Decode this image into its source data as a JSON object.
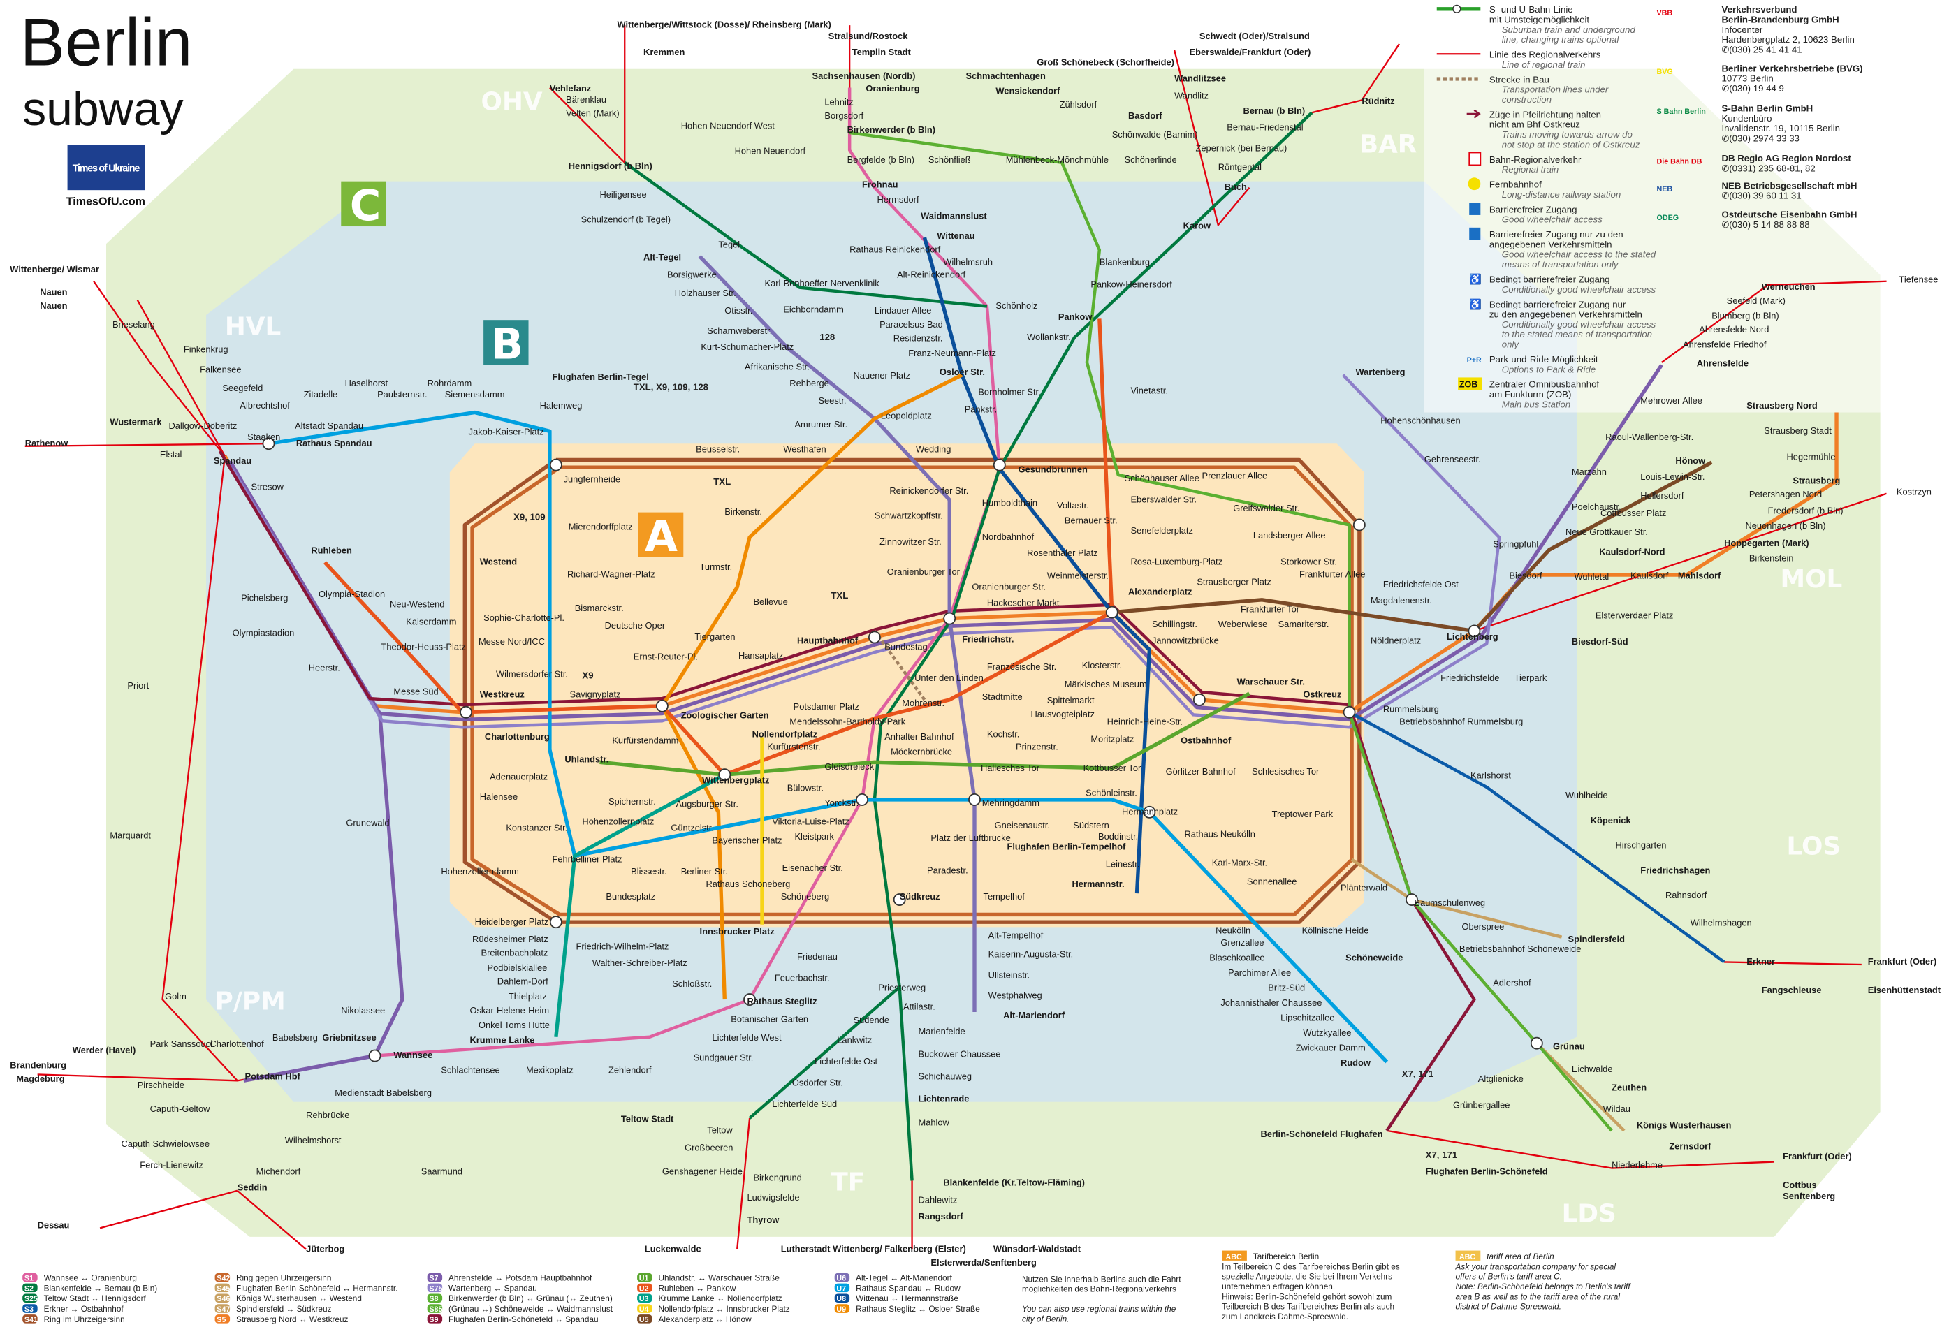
{
  "title": {
    "line1": "Berlin",
    "line2": "subway",
    "logo_text": "Times of Ukraine",
    "site": "TimesOfU.com"
  },
  "zones": {
    "a": "A",
    "b": "B",
    "c": "C"
  },
  "areas": [
    "OHV",
    "BAR",
    "HVL",
    "MOL",
    "LOS",
    "LDS",
    "TF",
    "P/PM"
  ],
  "bus_labels": [
    "TXL, X9, 109, 128",
    "X9, 109",
    "X9",
    "TXL",
    "TXL",
    "128",
    "X7, 171",
    "X7, 171"
  ],
  "stations": [
    "Sachsenhausen (Nordb)",
    "Oranienburg",
    "Lehnitz",
    "Borgsdorf",
    "Birkenwerder (b Bln)",
    "Hohen Neuendorf",
    "Bergfelde (b Bln)",
    "Schönfließ",
    "Mühlenbeck-Mönchmühle",
    "Frohnau",
    "Hermsdorf",
    "Waidmannslust",
    "Wittenau",
    "Wilhelmsruh",
    "Rathaus Reinickendorf",
    "Alt-Reinickendorf",
    "Karl-Bonhoeffer-Nervenklinik",
    "Alt-Tegel",
    "Tegel",
    "Borsigwerke",
    "Holzhauser Str.",
    "Otisstr.",
    "Scharnweberstr.",
    "Kurt-Schumacher-Platz",
    "Afrikanische Str.",
    "Eichborndamm",
    "Lindauer Allee",
    "Paracelsus-Bad",
    "Residenzstr.",
    "Franz-Neumann-Platz",
    "Osloer Str.",
    "Nauener Platz",
    "Rehberge",
    "Seestr.",
    "Leopoldplatz",
    "Amrumer Str.",
    "Westhafen",
    "Beusselstr.",
    "Wedding",
    "Schönholz",
    "Wollankstr.",
    "Bornholmer Str.",
    "Pankstr.",
    "Gesundbrunnen",
    "Pankow",
    "Pankow-Heinersdorf",
    "Blankenburg",
    "Vinetastr.",
    "Schönhauser Allee",
    "Prenzlauer Allee",
    "Greifswalder Str.",
    "Landsberger Allee",
    "Storkower Str.",
    "Frankfurter Allee",
    "Eberswalder Str.",
    "Senefelderplatz",
    "Rosa-Luxemburg-Platz",
    "Alexanderplatz",
    "Schillingstr.",
    "Jannowitzbrücke",
    "Strausberger Platz",
    "Weberwiese",
    "Frankfurter Tor",
    "Samariterstr.",
    "Warschauer Str.",
    "Ostkreuz",
    "Ostbahnhof",
    "Humboldthain",
    "Voltastr.",
    "Bernauer Str.",
    "Nordbahnhof",
    "Rosenthaler Platz",
    "Oranienburger Str.",
    "Weinmeisterstr.",
    "Hackescher Markt",
    "Reinickendorfer Str.",
    "Schwartzkopffstr.",
    "Zinnowitzer Str.",
    "Oranienburger Tor",
    "Friedrichstr.",
    "Französische Str.",
    "Unter den Linden",
    "Stadtmitte",
    "Hausvogteiplatz",
    "Spittelmarkt",
    "Märkisches Museum",
    "Klosterstr.",
    "Heinrich-Heine-Str.",
    "Kochstr.",
    "Moritzplatz",
    "Prinzenstr.",
    "Mohrenstr.",
    "Hauptbahnhof",
    "Bellevue",
    "Hansaplatz",
    "Tiergarten",
    "Turmstr.",
    "Birkenstr.",
    "Bundestag",
    "Potsdamer Platz",
    "Mendelssohn-Bartholdy-Park",
    "Anhalter Bahnhof",
    "Möckernbrücke",
    "Gleisdreieck",
    "Kurfürstenstr.",
    "Zoologischer Garten",
    "Nollendorfplatz",
    "Wittenbergplatz",
    "Bülowstr.",
    "Kurfürstendamm",
    "Uhlandstr.",
    "Savignyplatz",
    "Ernst-Reuter-Pl.",
    "Deutsche Oper",
    "Bismarckstr.",
    "Richard-Wagner-Platz",
    "Mierendorffplatz",
    "Jungfernheide",
    "Wilmersdorfer Str.",
    "Charlottenburg",
    "Westkreuz",
    "Messe Nord/ICC",
    "Sophie-Charlotte-Pl.",
    "Westend",
    "Theodor-Heuss-Platz",
    "Kaiserdamm",
    "Neu-Westend",
    "Messe Süd",
    "Heerstr.",
    "Olympia-Stadion",
    "Ruhleben",
    "Pichelsberg",
    "Olympiastadion",
    "Spandau",
    "Stresow",
    "Rathaus Spandau",
    "Altstadt Spandau",
    "Zitadelle",
    "Haselhorst",
    "Paulsternstr.",
    "Rohrdamm",
    "Siemensdamm",
    "Halemweg",
    "Jakob-Kaiser-Platz",
    "Albrechtshof",
    "Seegefeld",
    "Falkensee",
    "Finkenkrug",
    "Dallgow-Döberitz",
    "Staaken",
    "Elstal",
    "Wustermark",
    "Rathenow",
    "Brieselang",
    "Adenauerplatz",
    "Halensee",
    "Konstanzer Str.",
    "Hohenzollerndamm",
    "Fehrbelliner Platz",
    "Blissestr.",
    "Berliner Str.",
    "Bundesplatz",
    "Heidelberger Platz",
    "Spichernstr.",
    "Hohenzollernplatz",
    "Augsburger Str.",
    "Güntzelstr.",
    "Bayerischer Platz",
    "Viktoria-Luise-Platz",
    "Kleistpark",
    "Yorckstr.",
    "Eisenacher Str.",
    "Rathaus Schöneberg",
    "Schöneberg",
    "Innsbrucker Platz",
    "Friedenau",
    "Feuerbachstr.",
    "Schloßstr.",
    "Rathaus Steglitz",
    "Botanischer Garten",
    "Lichterfelde West",
    "Sundgauer Str.",
    "Zehlendorf",
    "Mexikoplatz",
    "Schlachtensee",
    "Nikolassee",
    "Wannsee",
    "Krumme Lanke",
    "Onkel Toms Hütte",
    "Oskar-Helene-Heim",
    "Thielplatz",
    "Dahlem-Dorf",
    "Podbielskiallee",
    "Breitenbachplatz",
    "Rüdesheimer Platz",
    "Friedrich-Wilhelm-Platz",
    "Walther-Schreiber-Platz",
    "Grunewald",
    "Südkreuz",
    "Tempelhof",
    "Alt-Tempelhof",
    "Kaiserin-Augusta-Str.",
    "Ullsteinstr.",
    "Westphalweg",
    "Alt-Mariendorf",
    "Priesterweg",
    "Attilastr.",
    "Südende",
    "Lankwitz",
    "Lichterfelde Ost",
    "Osdorfer Str.",
    "Lichterfelde Süd",
    "Teltow Stadt",
    "Marienfelde",
    "Buckower Chaussee",
    "Schichauweg",
    "Lichtenrade",
    "Mahlow",
    "Blankenfelde (Kr.Teltow-Fläming)",
    "Dahlewitz",
    "Rangsdorf",
    "Mehringdamm",
    "Platz der Luftbrücke",
    "Paradestr.",
    "Hallesches Tor",
    "Gneisenaustr.",
    "Südstern",
    "Kottbusser Tor",
    "Schönleinstr.",
    "Hermannplatz",
    "Boddinstr.",
    "Leinestr.",
    "Hermannstr.",
    "Rathaus Neukölln",
    "Karl-Marx-Str.",
    "Neukölln",
    "Görlitzer Bahnhof",
    "Schlesisches Tor",
    "Treptower Park",
    "Sonnenallee",
    "Grenzallee",
    "Blaschkoallee",
    "Parchimer Allee",
    "Britz-Süd",
    "Johannisthaler Chaussee",
    "Lipschitzallee",
    "Wutzkyallee",
    "Zwickauer Damm",
    "Rudow",
    "Köllnische Heide",
    "Plänterwald",
    "Baumschulenweg",
    "Schöneweide",
    "Betriebsbahnhof Schöneweide",
    "Oberspree",
    "Spindlersfeld",
    "Adlershof",
    "Altglienicke",
    "Grünbergallee",
    "Berlin-Schönefeld Flughafen",
    "Flughafen Berlin-Schönefeld",
    "Grünau",
    "Eichwalde",
    "Zeuthen",
    "Wildau",
    "Königs Wusterhausen",
    "Köpenick",
    "Wuhlheide",
    "Hirschgarten",
    "Friedrichshagen",
    "Rahnsdorf",
    "Wilhelmshagen",
    "Erkner",
    "Karlshorst",
    "Rummelsburg",
    "Betriebsbahnhof Rummelsburg",
    "Nöldnerplatz",
    "Friedrichsfelde Ost",
    "Magdalenenstr.",
    "Lichtenberg",
    "Friedrichsfelde",
    "Tierpark",
    "Biesdorf-Süd",
    "Elsterwerdaer Platz",
    "Biesdorf",
    "Wuhletal",
    "Kaulsdorf",
    "Mahlsdorf",
    "Kaulsdorf-Nord",
    "Neue Grottkauer Str.",
    "Cottbusser Platz",
    "Hellersdorf",
    "Louis-Lewin-Str.",
    "Hönow",
    "Springpfuhl",
    "Poelchaustr.",
    "Marzahn",
    "Raoul-Wallenberg-Str.",
    "Mehrower Allee",
    "Ahrensfelde",
    "Ahrensfelde Friedhof",
    "Ahrensfelde Nord",
    "Blumberg (b Bln)",
    "Seefeld (Mark)",
    "Werneuchen",
    "Tiefensee",
    "Strausberg Nord",
    "Strausberg Stadt",
    "Hegermühle",
    "Strausberg",
    "Petershagen Nord",
    "Fredersdorf (b Bln)",
    "Neuenhagen (b Bln)",
    "Hoppegarten (Mark)",
    "Birkenstein",
    "Gehrenseestr.",
    "Hohenschönhausen",
    "Wartenberg",
    "Kostrzyn",
    "Wandlitzsee",
    "Wandlitz",
    "Basdorf",
    "Schönwalde (Barnim)",
    "Schönerlinde",
    "Karow",
    "Buch",
    "Röntgental",
    "Zepernick (bei Bernau)",
    "Bernau-Friedenstal",
    "Bernau (b Bln)",
    "Rüdnitz",
    "Schmachtenhagen",
    "Wensickendorf",
    "Zühlsdorf",
    "Groß Schönebeck (Schorfheide)",
    "Schwedt (Oder)/Stralsund",
    "Eberswalde/Frankfurt (Oder)",
    "Stralsund/Rostock",
    "Templin Stadt",
    "Wittenberge/Wittstock (Dosse)/ Rheinsberg (Mark)",
    "Kremmen",
    "Velten (Mark)",
    "Bärenklau",
    "Vehlefanz",
    "Hennigsdorf (b Bln)",
    "Heiligensee",
    "Schulzendorf (b Tegel)",
    "Hohen Neuendorf West",
    "Wittenberge/ Wismar",
    "Nauen",
    "Nauen",
    "Priort",
    "Marquardt",
    "Golm",
    "Werder (Havel)",
    "Park Sanssouci",
    "Charlottenhof",
    "Babelsberg",
    "Griebnitzsee",
    "Potsdam Hbf",
    "Medienstadt Babelsberg",
    "Rehbrücke",
    "Wilhelmshorst",
    "Michendorf",
    "Seddin",
    "Pirschheide",
    "Caputh-Geltow",
    "Caputh Schwielowsee",
    "Ferch-Lienewitz",
    "Brandenburg",
    "Magdeburg",
    "Dessau",
    "Jüterbog",
    "Saarmund",
    "Genshagener Heide",
    "Birkengrund",
    "Ludwigsfelde",
    "Thyrow",
    "Luckenwalde",
    "Lutherstadt Wittenberg/ Falkenberg (Elster)",
    "Wünsdorf-Waldstadt",
    "Elsterwerda/Senftenberg",
    "Großbeeren",
    "Teltow",
    "Zernsdorf",
    "Niederlehme",
    "Frankfurt (Oder)",
    "Cottbus",
    "Senftenberg",
    "Frankfurt (Oder)",
    "Eisenhüttenstadt",
    "Fangschleuse",
    "Flughafen Berlin-Tegel",
    "Flughafen Berlin-Tempelhof"
  ],
  "legend": [
    {
      "de": [
        "S- und U-Bahn-Linie",
        "mit Umsteigemöglichkeit"
      ],
      "en": [
        "Suburban train and underground",
        "line, changing trains optional"
      ],
      "icon": "interchange-line"
    },
    {
      "de": [
        "Linie des Regionalverkehrs"
      ],
      "en": [
        "Line of regional train"
      ],
      "icon": "regional-line"
    },
    {
      "de": [
        "Strecke in Bau"
      ],
      "en": [
        "Transportation lines under",
        "construction"
      ],
      "icon": "construction-line"
    },
    {
      "de": [
        "Züge in Pfeilrichtung halten",
        "nicht am Bhf Ostkreuz"
      ],
      "en": [
        "Trains moving towards arrow do",
        "not stop at the station of Ostkreuz"
      ],
      "icon": "arrow"
    },
    {
      "de": [
        "Bahn-Regionalverkehr"
      ],
      "en": [
        "Regional train"
      ],
      "icon": "db-b"
    },
    {
      "de": [
        "Fernbahnhof"
      ],
      "en": [
        "Long-distance railway station"
      ],
      "icon": "train"
    },
    {
      "de": [
        "Barrierefreier Zugang"
      ],
      "en": [
        "Good wheelchair access"
      ],
      "icon": "wheelchair"
    },
    {
      "de": [
        "Barrierefreier Zugang nur zu den",
        "angegebenen Verkehrsmitteln"
      ],
      "en": [
        "Good wheelchair access to the stated",
        "means of transportation only"
      ],
      "icon": "wheelchair-partial"
    },
    {
      "de": [
        "Bedingt barrierefreier Zugang"
      ],
      "en": [
        "Conditionally good wheelchair access"
      ],
      "icon": "wheelchair-conditional"
    },
    {
      "de": [
        "Bedingt barrierefreier Zugang nur",
        "zu den angegebenen Verkehrsmitteln"
      ],
      "en": [
        "Conditionally good wheelchair access",
        "to the stated means of transportation",
        "only"
      ],
      "icon": "wheelchair-conditional-partial"
    },
    {
      "de": [
        "Park-und-Ride-Möglichkeit"
      ],
      "en": [
        "Options to Park & Ride"
      ],
      "icon": "P+R"
    },
    {
      "de": [
        "Zentraler Omnibusbahnhof",
        "am Funkturm (ZOB)"
      ],
      "en": [
        "Main bus Station"
      ],
      "icon": "ZOB"
    }
  ],
  "operators": [
    {
      "logo": "VBB",
      "lines": [
        "Verkehrsverbund",
        "Berlin-Brandenburg GmbH",
        "Infocenter",
        "Hardenbergplatz 2, 10623 Berlin",
        "(030) 25 41 41 41"
      ]
    },
    {
      "logo": "BVG",
      "lines": [
        "Berliner Verkehrsbetriebe (BVG)",
        "10773 Berlin",
        "(030) 19 44 9"
      ]
    },
    {
      "logo": "S Bahn Berlin",
      "lines": [
        "S-Bahn Berlin GmbH",
        "Kundenbüro",
        "Invalidenstr. 19, 10115 Berlin",
        "(030) 2974 33 33"
      ]
    },
    {
      "logo": "Die Bahn DB",
      "lines": [
        "DB Regio AG Region Nordost",
        "(0331) 235 68-81, 82"
      ]
    },
    {
      "logo": "NEB",
      "lines": [
        "NEB Betriebsgesellschaft mbH",
        "(030) 39 60 11 31"
      ]
    },
    {
      "logo": "ODEG",
      "lines": [
        "Ostdeutsche Eisenbahn GmbH",
        "(030) 5 14 88 88 88"
      ]
    }
  ],
  "line_list": [
    [
      {
        "badge": "S1",
        "route": "Wannsee ↔ Oranienburg",
        "color": "#df5f9f"
      },
      {
        "badge": "S2",
        "route": "Blankenfelde ↔ Bernau (b Bln)",
        "color": "#00793f"
      },
      {
        "badge": "S25",
        "route": "Teltow Stadt ↔ Hennigsdorf",
        "color": "#00793f"
      },
      {
        "badge": "S3",
        "route": "Erkner ↔ Ostbahnhof",
        "color": "#0a5aa8"
      },
      {
        "badge": "S41",
        "route": "Ring im Uhrzeigersinn",
        "color": "#a2522b"
      }
    ],
    [
      {
        "badge": "S42",
        "route": "Ring gegen Uhrzeigersinn",
        "color": "#c8662b"
      },
      {
        "badge": "S45",
        "route": "Flughafen Berlin-Schönefeld ↔ Hermannstr.",
        "color": "#c8a162"
      },
      {
        "badge": "S46",
        "route": "Königs Wusterhausen ↔ Westend",
        "color": "#c8a162"
      },
      {
        "badge": "S47",
        "route": "Spindlersfeld ↔ Südkreuz",
        "color": "#c8a162"
      },
      {
        "badge": "S5",
        "route": "Strausberg Nord ↔ Westkreuz",
        "color": "#f07e26"
      }
    ],
    [
      {
        "badge": "S7",
        "route": "Ahrensfelde ↔ Potsdam Hauptbahnhof",
        "color": "#7b5cab"
      },
      {
        "badge": "S75",
        "route": "Wartenberg ↔ Spandau",
        "color": "#8d7fc9"
      },
      {
        "badge": "S8",
        "route": "Birkenwerder (b Bln) ↔ Grünau (↔ Zeuthen)",
        "color": "#5bb031"
      },
      {
        "badge": "S85",
        "route": "(Grünau ↔) Schöneweide ↔ Waidmannslust",
        "color": "#5bb031"
      },
      {
        "badge": "S9",
        "route": "Flughafen Berlin-Schönefeld ↔ Spandau",
        "color": "#8a1538"
      }
    ],
    [
      {
        "badge": "U1",
        "route": "Uhlandstr. ↔ Warschauer Straße",
        "color": "#5aa62d"
      },
      {
        "badge": "U2",
        "route": "Ruhleben ↔ Pankow",
        "color": "#e9541b"
      },
      {
        "badge": "U3",
        "route": "Krumme Lanke ↔ Nollendorfplatz",
        "color": "#00a18b"
      },
      {
        "badge": "U4",
        "route": "Nollendorfplatz ↔ Innsbrucker Platz",
        "color": "#f7d418"
      },
      {
        "badge": "U5",
        "route": "Alexanderplatz ↔ Hönow",
        "color": "#7b4a26"
      }
    ],
    [
      {
        "badge": "U6",
        "route": "Alt-Tegel ↔ Alt-Mariendorf",
        "color": "#7c6fb5"
      },
      {
        "badge": "U7",
        "route": "Rathaus Spandau ↔ Rudow",
        "color": "#00a0e0"
      },
      {
        "badge": "U8",
        "route": "Wittenau ↔ Hermannstraße",
        "color": "#0a4f9a"
      },
      {
        "badge": "U9",
        "route": "Rathaus Steglitz ↔ Osloer Straße",
        "color": "#f08a00"
      }
    ]
  ],
  "notes": {
    "regional_de": [
      "Nutzen Sie innerhalb Berlins auch die Fahrt-",
      "möglichkeiten des Bahn-Regionalverkehrs"
    ],
    "regional_en": [
      "You can also use regional trains within the",
      "city of Berlin."
    ],
    "tariff_badge": "ABC",
    "tariff_de": [
      "Tarifbereich Berlin",
      "Im Teilbereich C des Tarifbereiches Berlin gibt es",
      "spezielle Angebote, die Sie bei Ihrem Verkehrs-",
      "unternehmen erfragen können.",
      "Hinweis: Berlin-Schönefeld gehört sowohl zum",
      "Teilbereich B des Tarifbereiches Berlin als auch",
      "zum Landkreis Dahme-Spreewald."
    ],
    "tariff_en": [
      "tariff area of Berlin",
      "Ask your transportation company for special",
      "offers of Berlin's tariff area C.",
      "Note: Berlin-Schönefeld belongs to Berlin's tariff",
      "area B as well as to the tariff area of the rural",
      "district of Dahme-Spreewald."
    ]
  },
  "colors": {
    "zone_a": "#fde6bd",
    "zone_b": "#d3e5eb",
    "zone_c": "#e4f0d0",
    "regional": "#e3000f"
  }
}
